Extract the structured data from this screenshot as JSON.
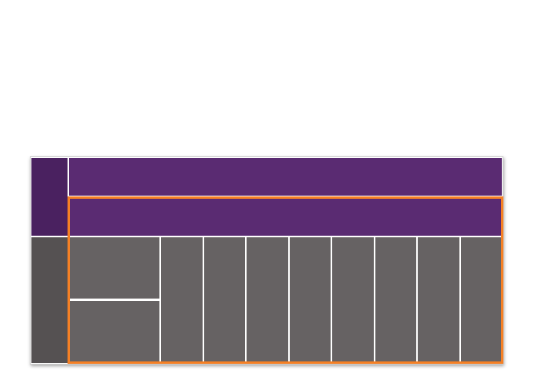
{
  "colors": {
    "row_header_top": "#4a2160",
    "header": "#5a2b72",
    "row_header_bottom": "#555152",
    "body": "#666263",
    "highlight": "#f58025"
  },
  "layout_grid": {
    "header_rows": 2,
    "body_columns": 9,
    "first_body_column_rows": 2
  }
}
